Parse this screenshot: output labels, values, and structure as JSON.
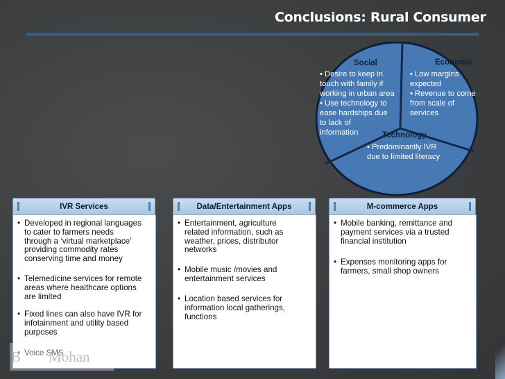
{
  "slide": {
    "title": "Conclusions: Rural Consumer",
    "watermark_left": "B",
    "watermark_right": "Mohan"
  },
  "circle": {
    "social": {
      "heading": "Social",
      "lines": [
        "• Desire to keep in",
        "touch with family if",
        "working in urban area",
        "• Use technology to",
        "ease hardships due",
        "to lack of",
        "information"
      ]
    },
    "economic": {
      "heading": "Economic",
      "lines": [
        "• Low margins",
        "expected",
        "• Revenue to come",
        "from scale of",
        "services"
      ]
    },
    "technology": {
      "heading": "Technology",
      "lines": [
        "•  Predominantly IVR",
        "due to limited literacy"
      ]
    },
    "colors": {
      "fill": "#4779b5",
      "stroke": "#14284a"
    }
  },
  "panels": [
    {
      "heading": "IVR Services",
      "bullets": [
        [
          "Developed in regional languages",
          "to cater to farmers needs",
          "through a ‘virtual marketplace’",
          "providing commodity rates",
          "conserving time and money"
        ],
        [
          "Telemedicine services for remote",
          "areas where healthcare options",
          "are limited"
        ],
        [
          "Fixed lines can also have IVR for",
          "infotainment and utility based",
          "purposes"
        ],
        [
          "Voice SMS"
        ]
      ]
    },
    {
      "heading": "Data/Entertainment Apps",
      "bullets": [
        [
          "Entertainment, agriculture",
          "related information, such as",
          "weather, prices, distributor",
          "networks"
        ],
        [
          "Mobile music /movies and",
          "entertainment services"
        ],
        [
          "Location based services for",
          "information local gatherings,",
          "functions"
        ]
      ]
    },
    {
      "heading": "M-commerce Apps",
      "bullets": [
        [
          "Mobile banking, remittance and",
          "payment services via a trusted",
          "financial institution"
        ],
        [
          "Expenses monitoring apps for",
          "farmers, small shop owners"
        ]
      ]
    }
  ],
  "bullet_symbol": "•"
}
